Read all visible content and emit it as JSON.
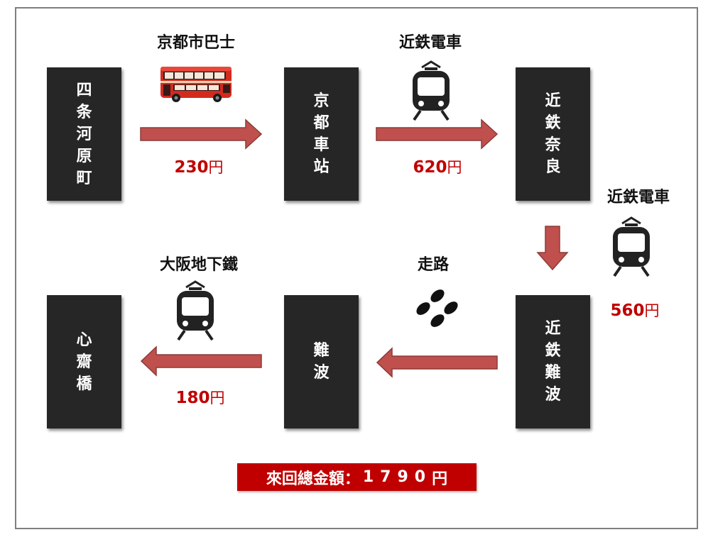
{
  "stations": {
    "shijo_kawaramachi": "四条河原町",
    "kyoto_station": "京都車站",
    "kintetsu_nara": "近鉄奈良",
    "kintetsu_namba": "近鉄難波",
    "namba": "難波",
    "shinsaibashi": "心齋橋"
  },
  "segments": {
    "bus": {
      "mode": "京都市巴士",
      "price": "230",
      "currency": "円"
    },
    "train1": {
      "mode": "近鉄電車",
      "price": "620",
      "currency": "円"
    },
    "train2": {
      "mode": "近鉄電車",
      "price": "560",
      "currency": "円"
    },
    "walk": {
      "mode": "走路"
    },
    "subway": {
      "mode": "大阪地下鐵",
      "price": "180",
      "currency": "円"
    }
  },
  "total": {
    "label": "來回總金額：",
    "amount": "1790",
    "currency": "円"
  },
  "colors": {
    "station_bg": "#262626",
    "arrow": "#c0504d",
    "price": "#c00000",
    "total_bg": "#c00000"
  },
  "icons": {
    "bus": "double-decker-bus-icon",
    "train": "tram-icon",
    "walk": "footprints-icon"
  }
}
